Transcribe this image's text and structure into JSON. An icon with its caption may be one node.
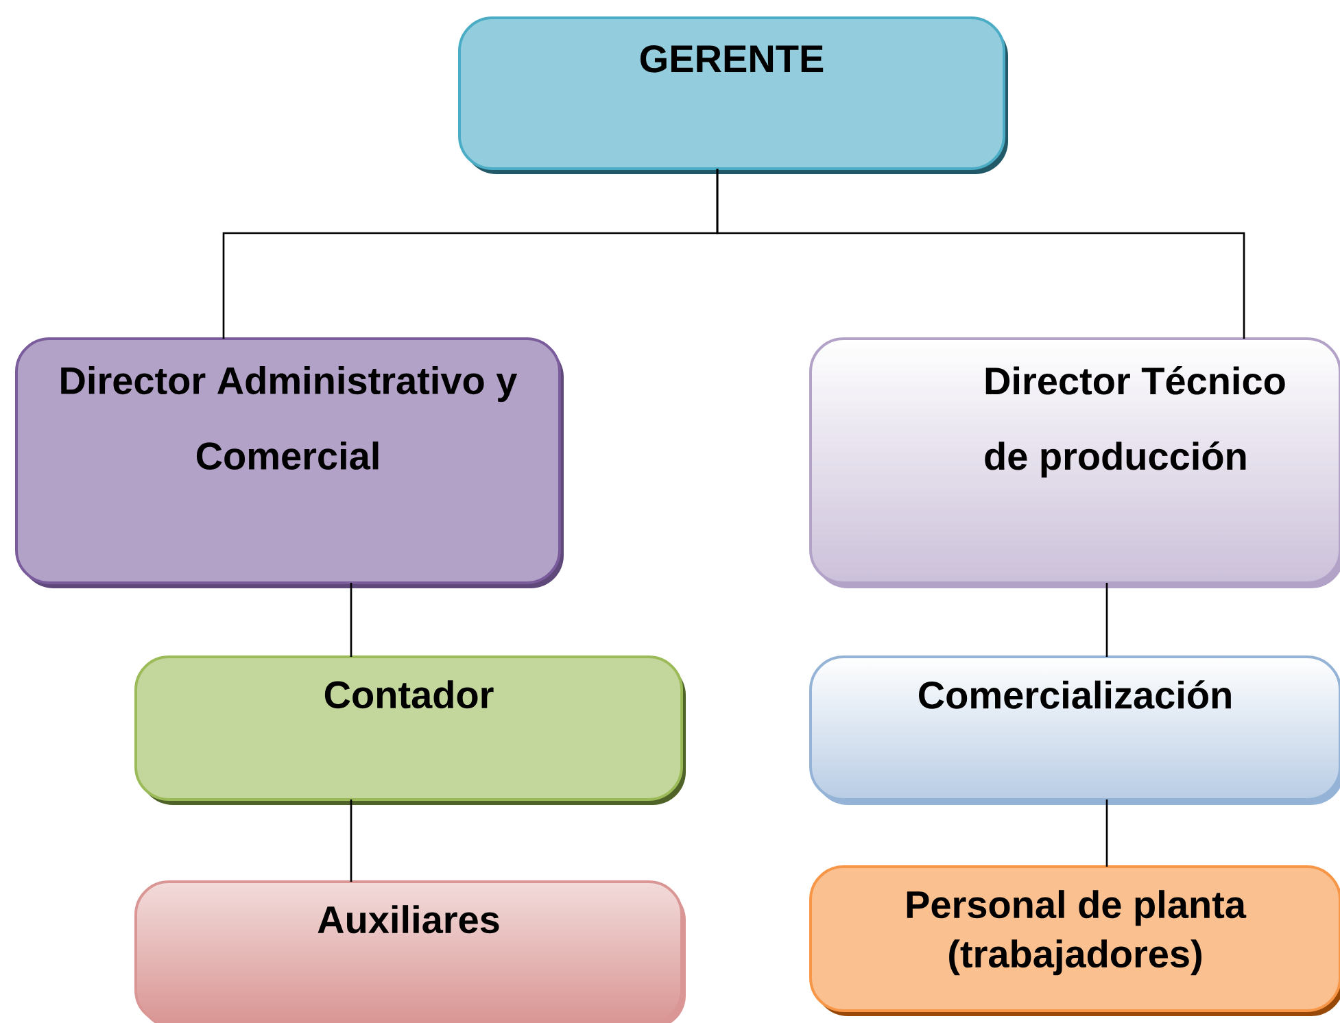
{
  "diagram": {
    "nodes": [
      {
        "text": [
          "GERENTE"
        ]
      },
      {
        "text": [
          "Director Administrativo y Comercial"
        ]
      },
      {
        "text": [
          "Director Técnico de producción"
        ]
      },
      {
        "text": [
          "Contador"
        ]
      },
      {
        "text": [
          "Comercialización"
        ]
      },
      {
        "text": [
          "Auxiliares"
        ]
      },
      {
        "text": [
          "Personal de planta (trabajadores)"
        ]
      }
    ],
    "edges": [
      {
        "from": 0,
        "to": 1,
        "arrow": "none"
      },
      {
        "from": 0,
        "to": 2,
        "arrow": "none"
      },
      {
        "from": 1,
        "to": 3,
        "arrow": "none"
      },
      {
        "from": 3,
        "to": 5,
        "arrow": "none"
      },
      {
        "from": 2,
        "to": 4,
        "arrow": "none"
      },
      {
        "from": 4,
        "to": 6,
        "arrow": "none"
      }
    ]
  }
}
